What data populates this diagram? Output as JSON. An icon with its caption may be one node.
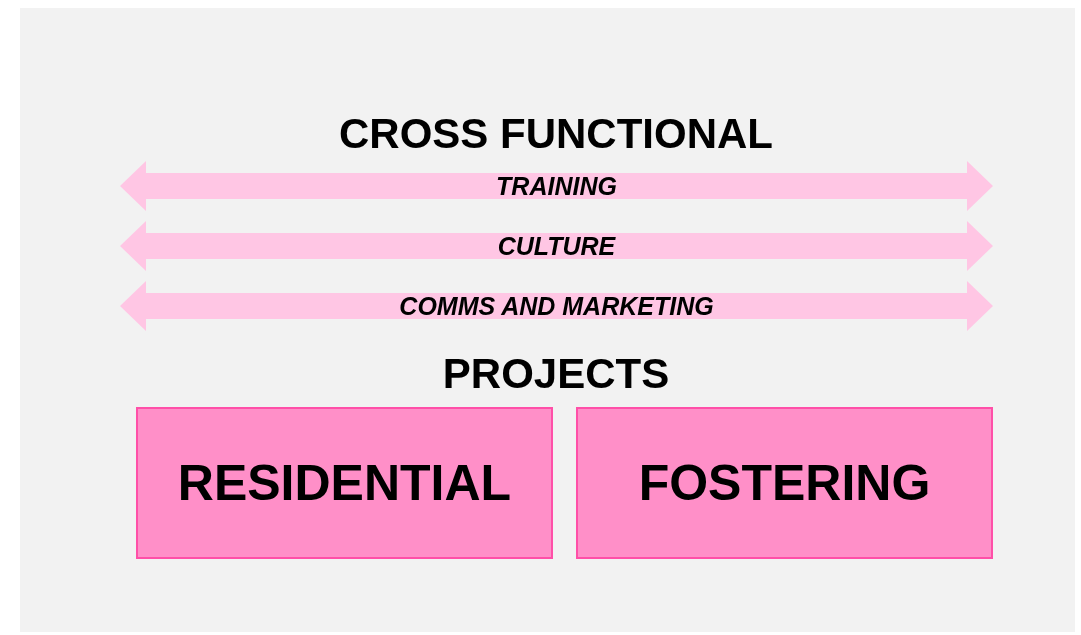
{
  "diagram": {
    "nodes": [
      {
        "text": [
          "TRAINING"
        ]
      },
      {
        "text": [
          "CULTURE"
        ]
      },
      {
        "text": [
          "COMMS AND MARKETING"
        ]
      },
      {
        "text": [
          "RESIDENTIAL"
        ]
      },
      {
        "text": [
          "FOSTERING"
        ]
      }
    ],
    "labels": [
      "CROSS FUNCTIONAL",
      "PROJECTS"
    ]
  }
}
